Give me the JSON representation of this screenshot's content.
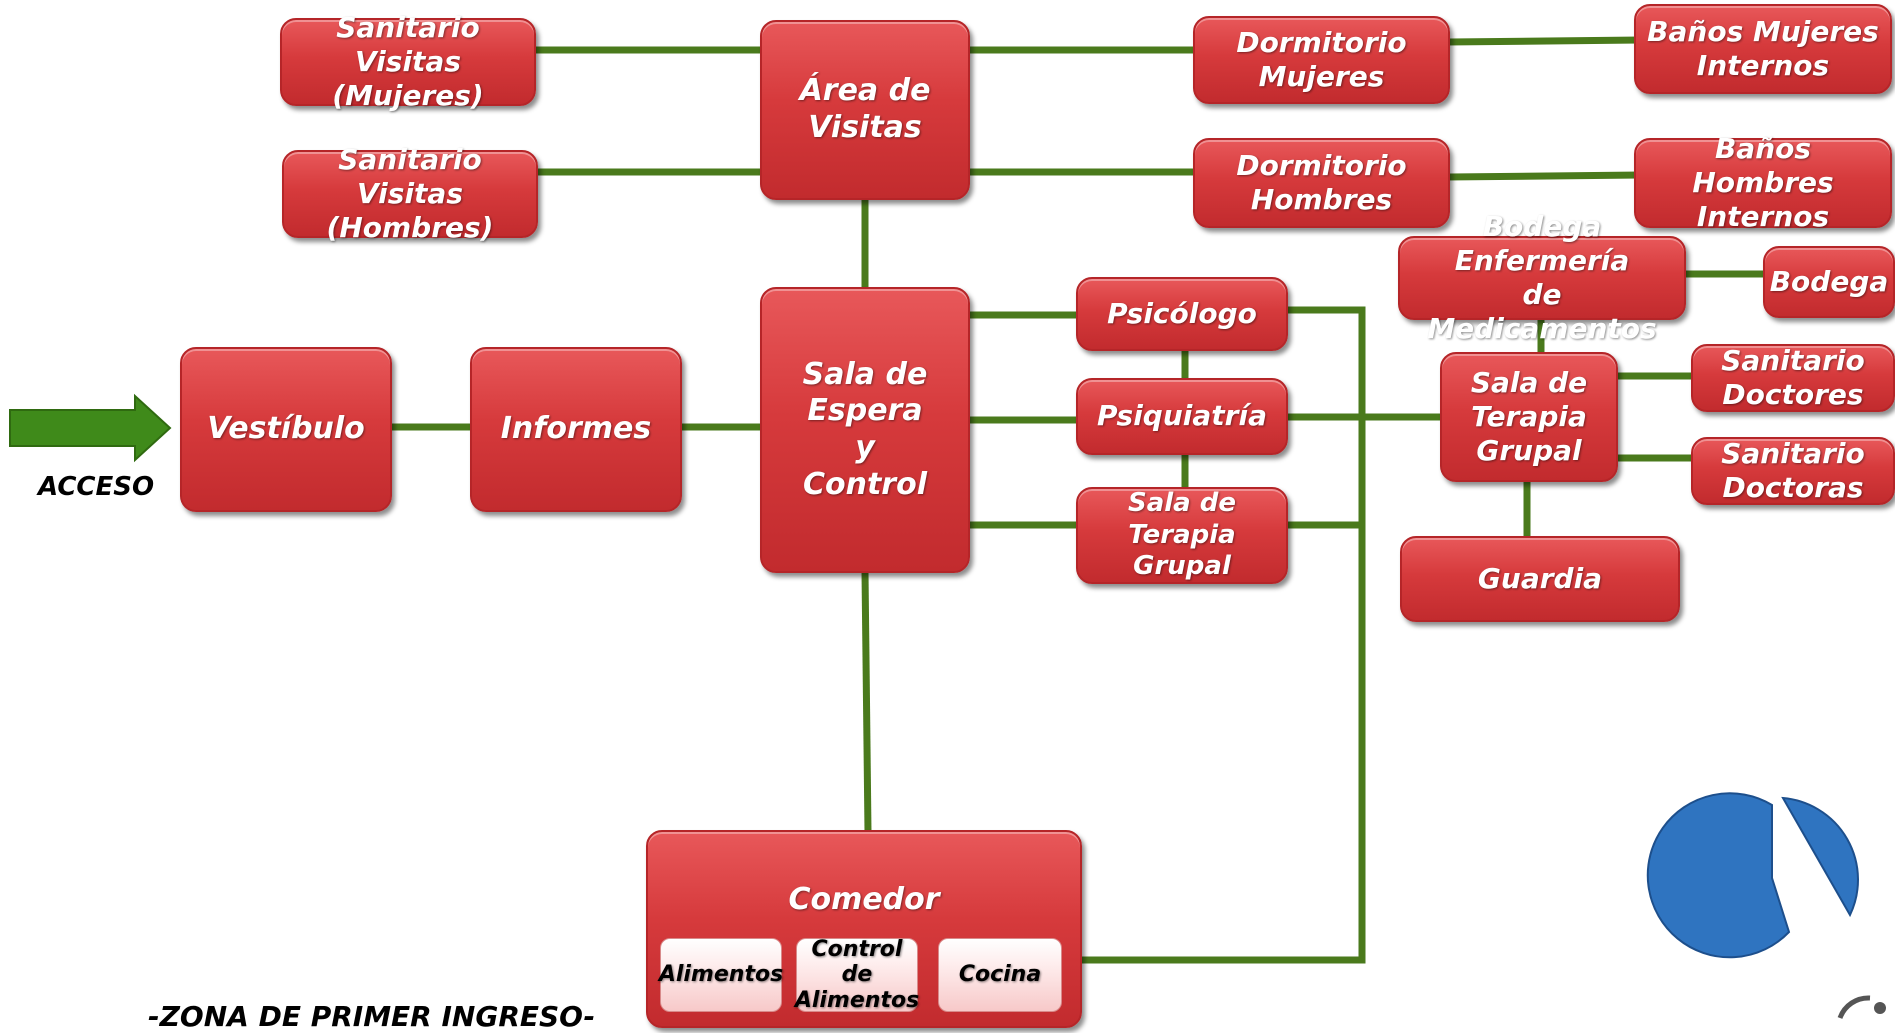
{
  "nodes": {
    "sanitario_visitas_mujeres": "Sanitario Visitas\n(Mujeres)",
    "sanitario_visitas_hombres": "Sanitario Visitas\n(Hombres)",
    "area_visitas": "Área de\nVisitas",
    "dormitorio_mujeres": "Dormitorio\nMujeres",
    "dormitorio_hombres": "Dormitorio\nHombres",
    "banos_mujeres": "Baños Mujeres\nInternos",
    "banos_hombres": "Baños Hombres\nInternos",
    "bodega_enfermeria": "Bodega Enfermería\nde Medicamentos",
    "bodega": "Bodega",
    "vestibulo": "Vestíbulo",
    "informes": "Informes",
    "sala_espera": "Sala de\nEspera\ny\nControl",
    "psicologo": "Psicólogo",
    "psiquiatria": "Psiquiatría",
    "sala_terapia_left": "Sala de Terapia\nGrupal",
    "sala_terapia_right": "Sala de\nTerapia\nGrupal",
    "sanitario_doctores": "Sanitario\nDoctores",
    "sanitario_doctoras": "Sanitario\nDoctoras",
    "guardia": "Guardia",
    "comedor": "Comedor"
  },
  "comedor_subs": {
    "alimentos": "Alimentos",
    "control_alimentos": "Control de\nAlimentos",
    "cocina": "Cocina"
  },
  "labels": {
    "acceso": "ACCESO",
    "zona": "-ZONA DE PRIMER INGRESO-"
  },
  "colors": {
    "node": "#d63a3c",
    "connector": "#4a7a1c",
    "arrow": "#3f8a1a",
    "logo": "#2f74c0"
  }
}
